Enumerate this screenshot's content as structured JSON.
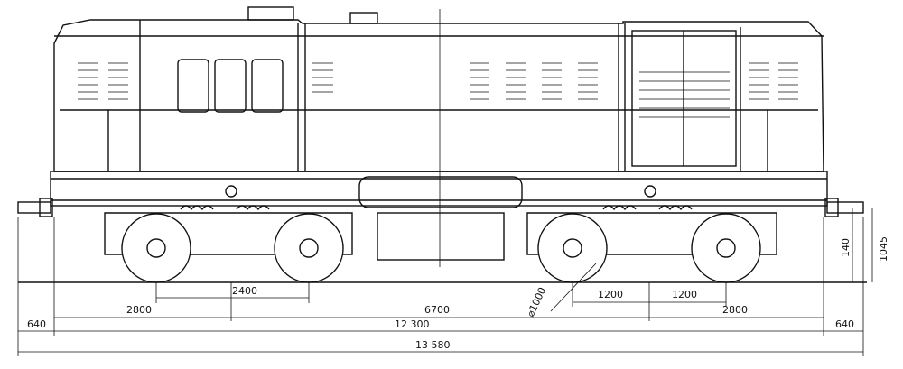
{
  "dimensions": {
    "bogie_wheelbase": "2400",
    "wheel_diameter": "⌀1000",
    "axle_half_spacing_a": "1200",
    "axle_half_spacing_b": "1200",
    "buffer_to_bogie_left": "2800",
    "bogie_centres": "6700",
    "buffer_to_bogie_right": "2800",
    "buffer_overhang_left": "640",
    "length_over_body": "12 300",
    "buffer_overhang_right": "640",
    "length_over_buffers": "13 580",
    "coupler_height_small": "140",
    "coupler_height": "1045"
  }
}
